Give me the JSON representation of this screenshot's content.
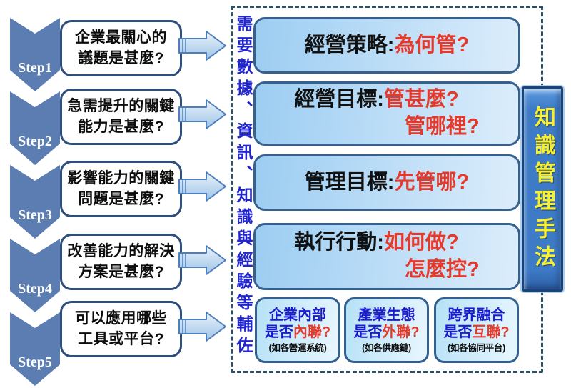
{
  "colors": {
    "chevron_blue": "#5b7db2",
    "box_border_blue": "#36618e",
    "red_text": "#e4392b",
    "blue_text": "#1b1bd0",
    "banner_fill": "#3e7bc6",
    "banner_text_yellow": "#f8ef2e",
    "dashed_border": "#2d4f63"
  },
  "left_steps": {
    "items": [
      {
        "label": "Step1",
        "line1": "企業最關心的",
        "line2": "議題是甚麼?"
      },
      {
        "label": "Step2",
        "line1": "急需提升的關鍵",
        "line2": "能力是甚麼?"
      },
      {
        "label": "Step3",
        "line1": "影響能力的關鍵",
        "line2": "問題是甚麼?"
      },
      {
        "label": "Step4",
        "line1": "改善能力的解決",
        "line2": "方案是甚麼?"
      },
      {
        "label": "Step5",
        "line1": "可以應用哪些",
        "line2": "工具或平台?"
      }
    ]
  },
  "center_note": {
    "text": "需要數據、資訊、知識與經驗等輔佐"
  },
  "main_boxes": {
    "items": [
      {
        "label": "經營策略:",
        "red1": "為何管?",
        "red2": ""
      },
      {
        "label": "經營目標:",
        "red1": "管甚麼?",
        "red2": "管哪裡?"
      },
      {
        "label": "管理目標:",
        "red1": "先管哪?",
        "red2": ""
      },
      {
        "label": "執行行動:",
        "red1": "如何做?",
        "red2": "怎麼控?"
      }
    ]
  },
  "bottom_boxes": {
    "items": [
      {
        "line1": "企業內部",
        "line2_blue": "是否",
        "line2_red": "內聯?",
        "note": "(如各營運系統)"
      },
      {
        "line1": "產業生態",
        "line2_blue": "是否",
        "line2_red": "外聯?",
        "note": "(如各供應鏈)"
      },
      {
        "line1": "跨界融合",
        "line2_blue": "是否",
        "line2_red": "互聯?",
        "note": "(如各協同平台)"
      }
    ]
  },
  "right_banner": {
    "text": "知識管理手法"
  }
}
